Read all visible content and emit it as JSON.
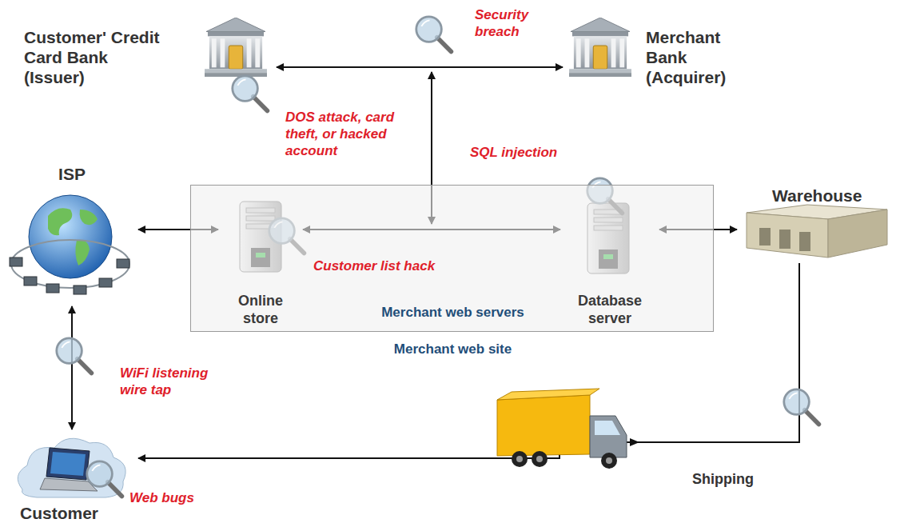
{
  "diagram": {
    "nodes": [
      {
        "text": [
          "Customer' Credit Card Bank (Issuer)"
        ]
      },
      {
        "text": [
          "Merchant Bank (Acquirer)"
        ]
      },
      {
        "text": [
          "ISP"
        ]
      },
      {
        "text": [
          "Merchant web servers",
          "Merchant web site"
        ]
      },
      {
        "text": [
          "Online store"
        ],
        "in": 3
      },
      {
        "text": [
          "Database server"
        ],
        "in": 3
      },
      {
        "text": [
          "Warehouse"
        ]
      },
      {
        "text": [
          "Customer"
        ]
      }
    ],
    "edges": [
      {
        "from": 0,
        "to": 1,
        "arrow": "both"
      },
      {
        "from": 2,
        "to": 4,
        "arrow": "both"
      },
      {
        "from": 4,
        "to": 5,
        "arrow": "both"
      },
      {
        "from": 5,
        "to": 6,
        "arrow": "both"
      },
      {
        "from": 2,
        "to": 7,
        "arrow": "both"
      },
      {
        "from": 6,
        "to": 7,
        "arrow": "to"
      }
    ],
    "labels": [
      "Security breach",
      "DOS attack, card theft, or hacked account",
      "SQL injection",
      "Customer list hack",
      "WiFi listening wire tap",
      "Web bugs",
      "Shipping"
    ]
  }
}
